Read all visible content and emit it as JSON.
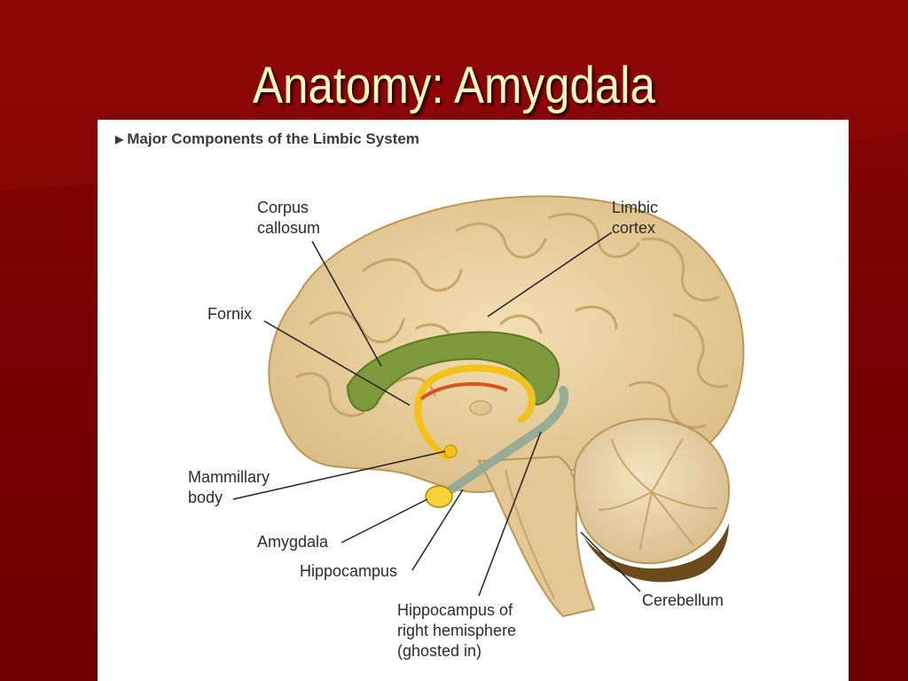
{
  "slide": {
    "title": "Anatomy:  Amygdala"
  },
  "figure": {
    "heading": "Major Components of the Limbic System",
    "labels": {
      "corpus_callosum": [
        "Corpus",
        "callosum"
      ],
      "limbic_cortex": [
        "Limbic",
        "cortex"
      ],
      "fornix": "Fornix",
      "mammillary_body": [
        "Mammillary",
        "body"
      ],
      "amygdala": "Amygdala",
      "hippocampus": "Hippocampus",
      "cerebellum": "Cerebellum",
      "hippocampus_right": [
        "Hippocampus of",
        "right hemisphere",
        "(ghosted in)"
      ]
    }
  },
  "colors": {
    "slide_background": "#7a0000",
    "title_text": "#fff7c0",
    "brain_tissue": "#e9cf9d",
    "corpus_callosum": "#7f9a3d",
    "fornix": "#f2c21b",
    "amygdala": "#f3d23a",
    "hippocampus_ghost": "#8fa896",
    "cerebellum_dark": "#6b4a1c"
  }
}
